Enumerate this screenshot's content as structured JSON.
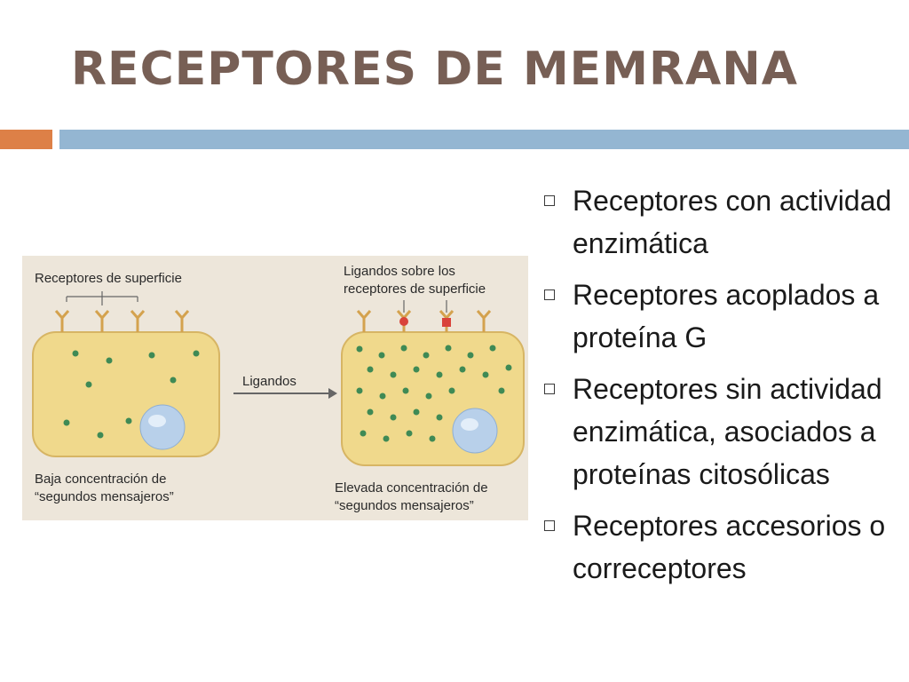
{
  "slide": {
    "title": "Receptores de memrana",
    "accent_colors": {
      "title": "#775f55",
      "bar_orange": "#dd8047",
      "bar_blue": "#94b6d2"
    }
  },
  "bullets": [
    {
      "text": "Receptores con actividad enzimática",
      "icon": "square-bullet-icon"
    },
    {
      "text": "Receptores acoplados a proteína G",
      "icon": "square-bullet-icon"
    },
    {
      "text": "Receptores sin actividad enzimática, asociados a proteínas citosólicas",
      "icon": "square-bullet-icon"
    },
    {
      "text": "Receptores accesorios o correceptores",
      "icon": "square-bullet-icon"
    }
  ],
  "figure": {
    "label_surface_receptors": "Receptores de superficie",
    "label_ligands_on_receptors_line1": "Ligandos sobre los",
    "label_ligands_on_receptors_line2": "receptores de superficie",
    "arrow_label": "Ligandos",
    "left_caption_line1": "Baja concentración de",
    "left_caption_line2": "“segundos mensajeros”",
    "right_caption_line1": "Elevada concentración de",
    "right_caption_line2": "“segundos mensajeros”"
  }
}
